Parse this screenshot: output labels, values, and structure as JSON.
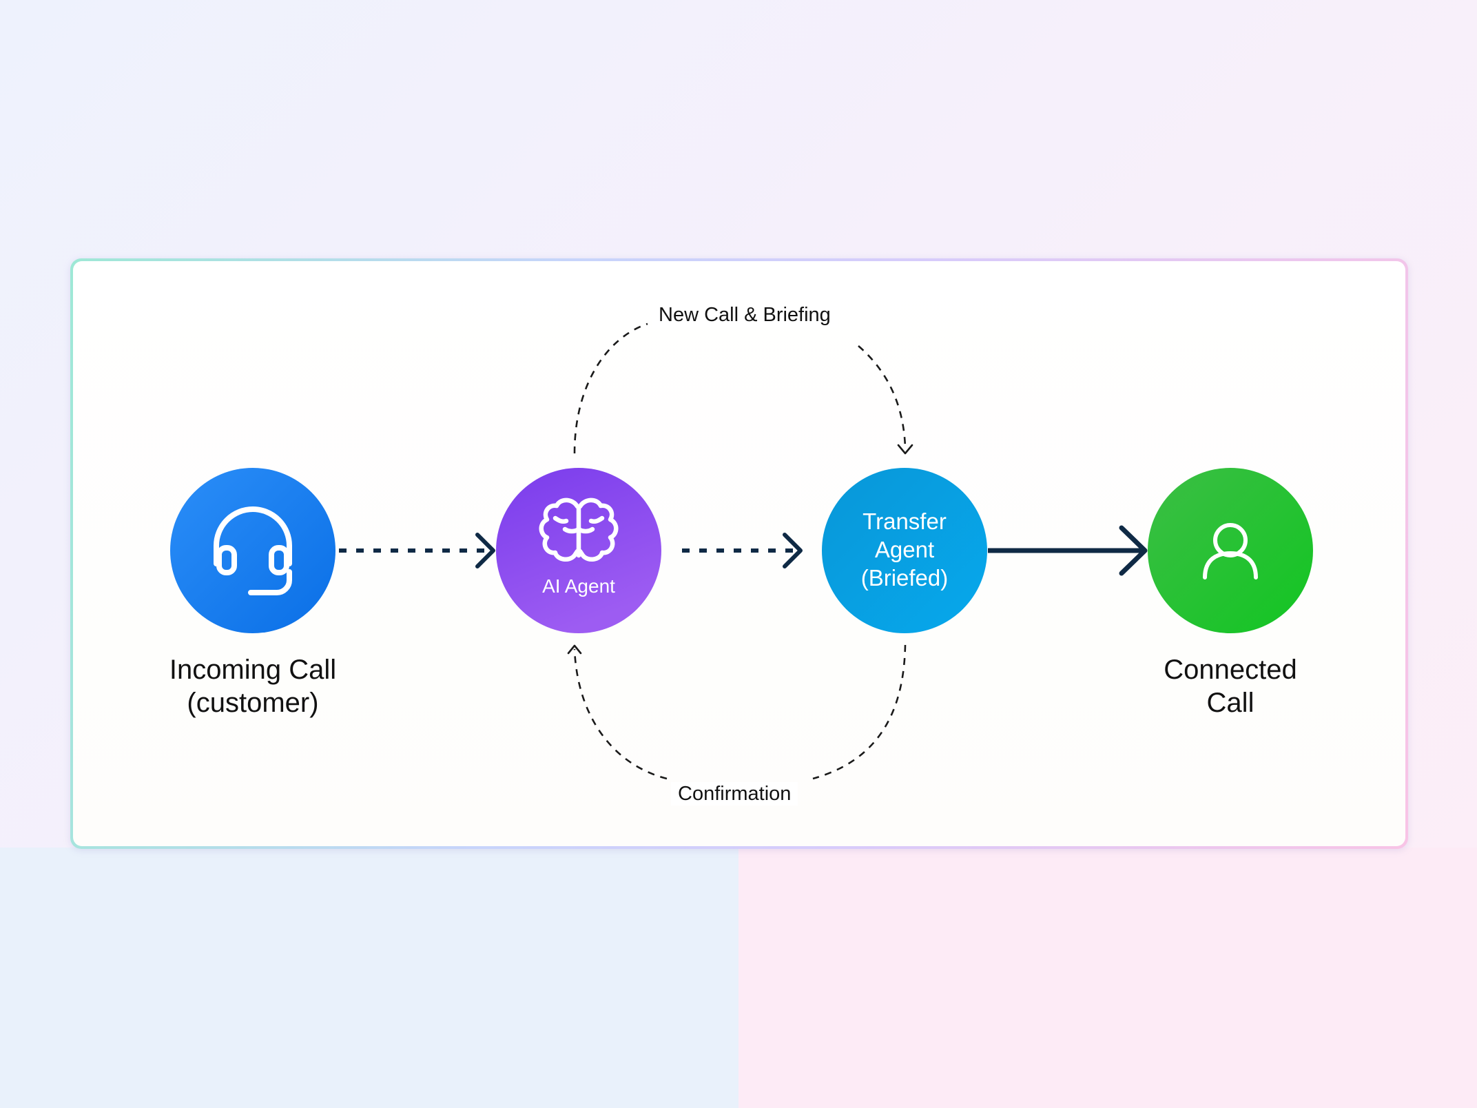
{
  "nodes": [
    {
      "id": "incoming",
      "caption": "Incoming Call\n(customer)",
      "icon": "headset-icon",
      "color_from": "#2b8ef8",
      "color_to": "#0a6fe6"
    },
    {
      "id": "ai",
      "inner_text": "AI Agent",
      "icon": "brain-icon",
      "color_from": "#7a3cec",
      "color_to": "#9d5cf2"
    },
    {
      "id": "transfer",
      "inner_text": "Transfer\nAgent\n(Briefed)",
      "color_from": "#0897d8",
      "color_to": "#07a8ec"
    },
    {
      "id": "connected",
      "caption": "Connected\nCall",
      "icon": "user-icon",
      "color_from": "#3cbe45",
      "color_to": "#12c522"
    }
  ],
  "edges": [
    {
      "from": "incoming",
      "to": "ai",
      "style": "dotted"
    },
    {
      "from": "ai",
      "to": "transfer",
      "style": "dotted"
    },
    {
      "from": "transfer",
      "to": "connected",
      "style": "solid"
    },
    {
      "from": "ai",
      "to": "transfer",
      "style": "dashed-arc-top",
      "label": "New Call & Briefing"
    },
    {
      "from": "transfer",
      "to": "ai",
      "style": "dashed-arc-bottom",
      "label": "Confirmation"
    }
  ],
  "colors": {
    "arrow": "#0f2a45",
    "dash": "#1a1a1a",
    "text": "#111111"
  }
}
